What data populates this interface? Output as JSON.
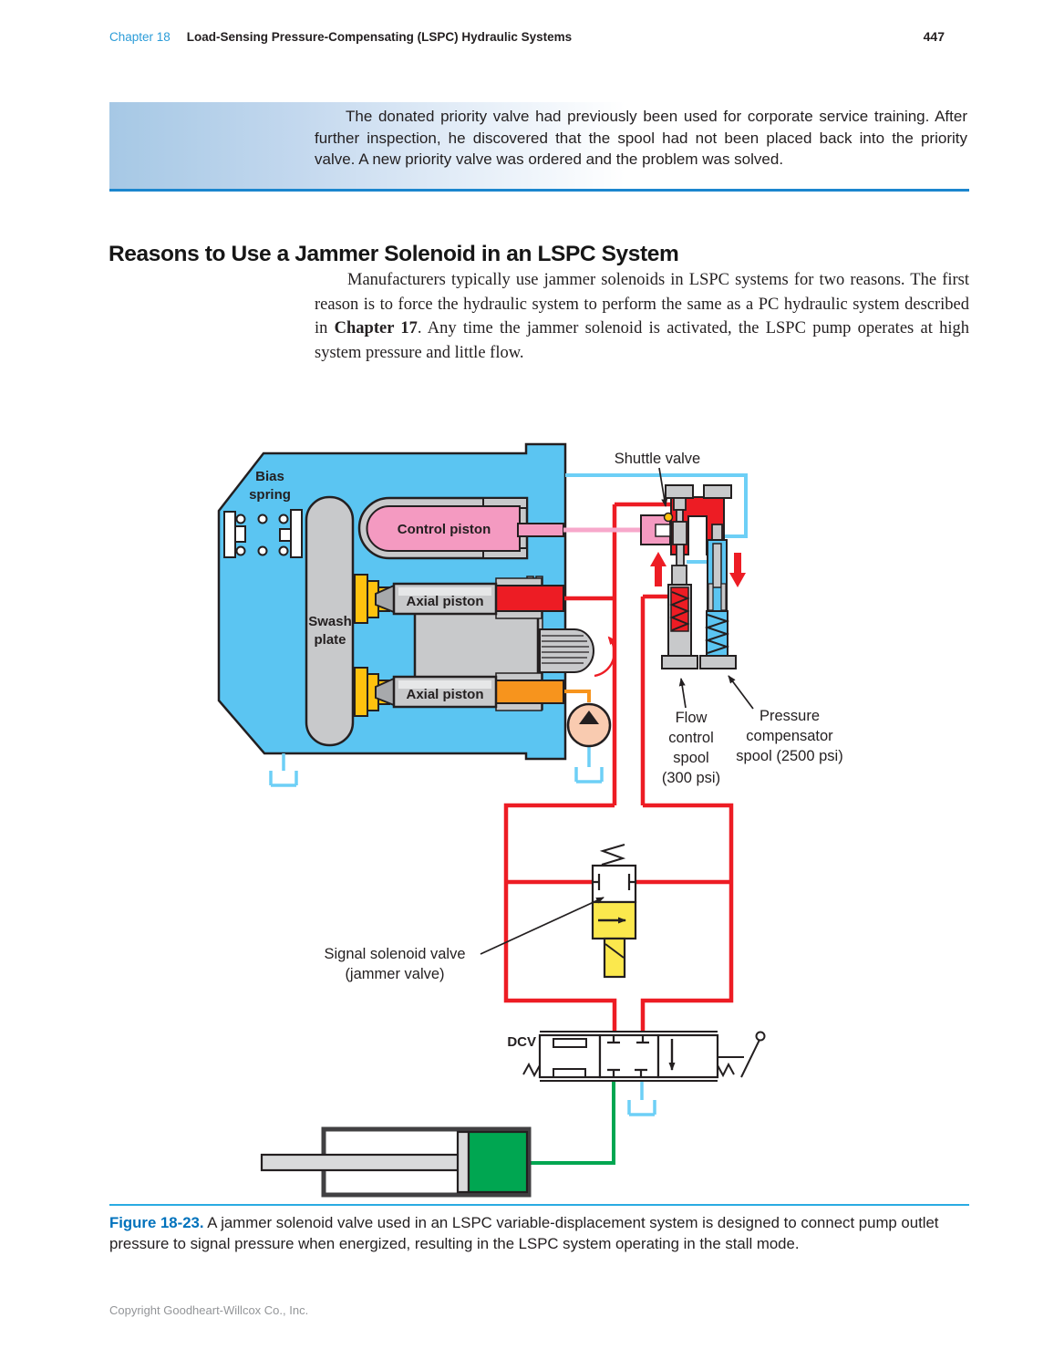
{
  "header": {
    "chapter": "Chapter 18",
    "title": "Load-Sensing Pressure-Compensating (LSPC) Hydraulic Systems",
    "page_number": "447"
  },
  "highlight_box": {
    "text": "The donated priority valve had previously been used for corporate service training. After further inspection, he discovered that the spool had not been placed back into the priority valve. A new priority valve was ordered and the problem was solved."
  },
  "section": {
    "heading": "Reasons to Use a Jammer Solenoid in an LSPC System",
    "para_before": "Manufacturers typically use jammer solenoids in LSPC systems for two reasons. The first reason is to force the hydraulic system to perform the same as a PC hydraulic system described in ",
    "para_bold": "Chapter 17",
    "para_after": ". Any time the jammer solenoid is activated, the LSPC pump operates at high system pressure and little flow."
  },
  "figure": {
    "labels": {
      "bias_spring": [
        "Bias",
        "spring"
      ],
      "swash_plate": [
        "Swash",
        "plate"
      ],
      "control_piston": "Control piston",
      "axial_piston_top": "Axial piston",
      "axial_piston_bottom": "Axial piston",
      "shuttle_valve": "Shuttle valve",
      "flow_control_spool": [
        "Flow",
        "control",
        "spool",
        "(300 psi)"
      ],
      "pressure_comp_spool": [
        "Pressure",
        "compensator",
        "spool (2500 psi)"
      ],
      "signal_solenoid_valve": [
        "Signal solenoid valve",
        "(jammer valve)"
      ],
      "dcv": "DCV"
    },
    "colors": {
      "housing_blue": "#5BC5F2",
      "red": "#ED1C24",
      "pink": "#F49AC1",
      "pink_line": "#F7A8CB",
      "orange": "#F7941D",
      "green": "#00A651",
      "light_blue": "#6DCFF6",
      "yellow": "#FFC20E",
      "valve_yellow": "#FBE84D",
      "gray": "#C8C9CB",
      "pump_circle": "#F9CBB0"
    }
  },
  "caption": {
    "label": "Figure 18-23.",
    "text": " A jammer solenoid valve used in an LSPC variable-displacement system is designed to connect pump outlet pressure to signal pressure when energized, resulting in the LSPC system operating in the stall mode."
  },
  "footer": {
    "copyright": "Copyright Goodheart-Willcox Co., Inc."
  },
  "theme": {
    "header_blue": "#2B9CD8",
    "caption_blue": "#0072BC",
    "rule_blue": "#29ABE2",
    "highlight_left": "#A6C8E5",
    "highlight_rule": "#1B86CE"
  }
}
